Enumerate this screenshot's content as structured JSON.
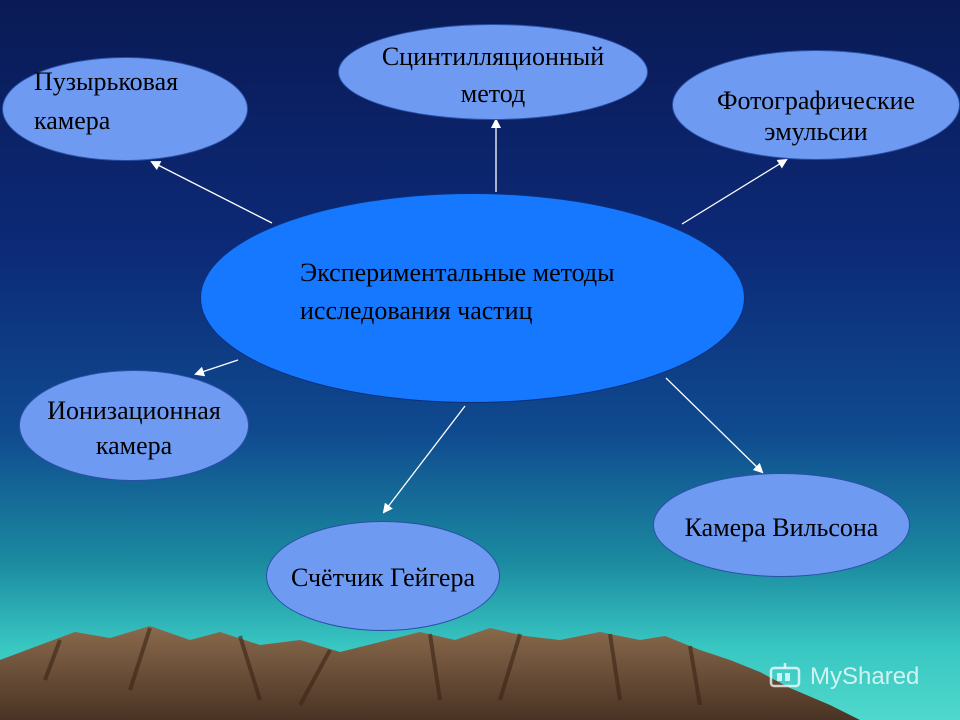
{
  "center": {
    "line1": "Экспериментальные методы",
    "line2": "исследования частиц"
  },
  "nodes": {
    "bubble_chamber": {
      "line1": "Пузырьковая",
      "line2": "камера"
    },
    "scintillation": {
      "line1": "Сцинтилляционный",
      "line2": "метод"
    },
    "photo_emulsion": {
      "line1": "Фотографические",
      "line2": "эмульсии"
    },
    "ionization": {
      "line1": "Ионизационная",
      "line2": "камера"
    },
    "geiger": {
      "line1": "Счётчик Гейгера"
    },
    "wilson": {
      "line1": "Камера Вильсона"
    }
  },
  "watermark": {
    "text": "MyShared",
    "icon": "myshared-logo-icon"
  },
  "colors": {
    "node_fill": "#6f9af2",
    "center_fill": "#1677ff",
    "arrow": "#ffffff"
  }
}
